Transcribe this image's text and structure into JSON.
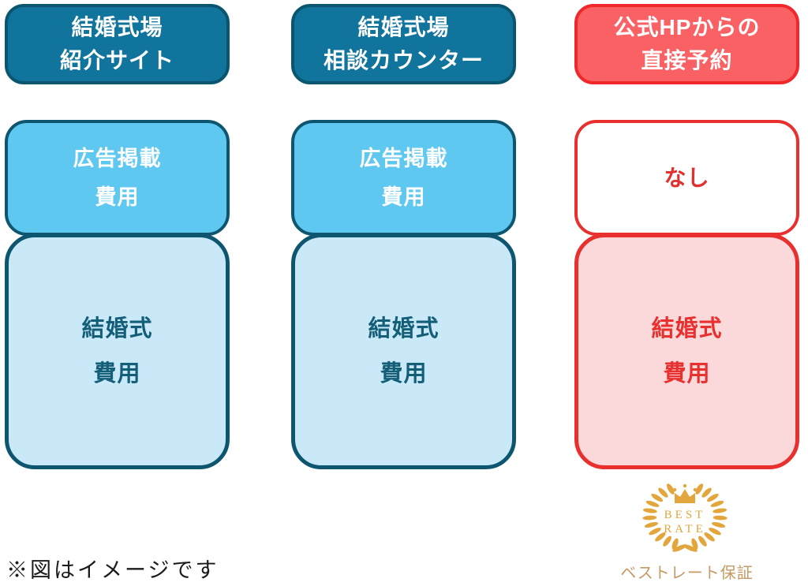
{
  "columns": [
    {
      "id": "introduction-site",
      "header": {
        "line1": "結婚式場",
        "line2": "紹介サイト"
      },
      "ad_box": {
        "line1": "広告掲載",
        "line2": "費用"
      },
      "wedding_box": {
        "line1": "結婚式",
        "line2": "費用"
      }
    },
    {
      "id": "consultation-counter",
      "header": {
        "line1": "結婚式場",
        "line2": "相談カウンター"
      },
      "ad_box": {
        "line1": "広告掲載",
        "line2": "費用"
      },
      "wedding_box": {
        "line1": "結婚式",
        "line2": "費用"
      }
    },
    {
      "id": "official-hp-direct",
      "header": {
        "line1": "公式HPからの",
        "line2": "直接予約"
      },
      "ad_box": {
        "line1": "なし"
      },
      "wedding_box": {
        "line1": "結婚式",
        "line2": "費用"
      }
    }
  ],
  "badge": {
    "line1": "BEST",
    "line2": "RATE",
    "caption": "ベストレート保証"
  },
  "footnote": "※図はイメージです",
  "colors": {
    "teal_header_fill": "#10749D",
    "teal_header_border": "#0A5670",
    "teal_box_border": "#0E566F",
    "sky_blue_fill": "#5FC8F1",
    "light_blue_fill": "#C9E9F8",
    "teal_text": "#145E78",
    "red_header_fill": "#FA6164",
    "red_header_border": "#F0282C",
    "red_box_border": "#E8302F",
    "red_text": "#E0312F",
    "pink_fill": "#FBD9DA",
    "badge_gold": "#E2A63C",
    "badge_caption_gold": "#C49A64"
  }
}
